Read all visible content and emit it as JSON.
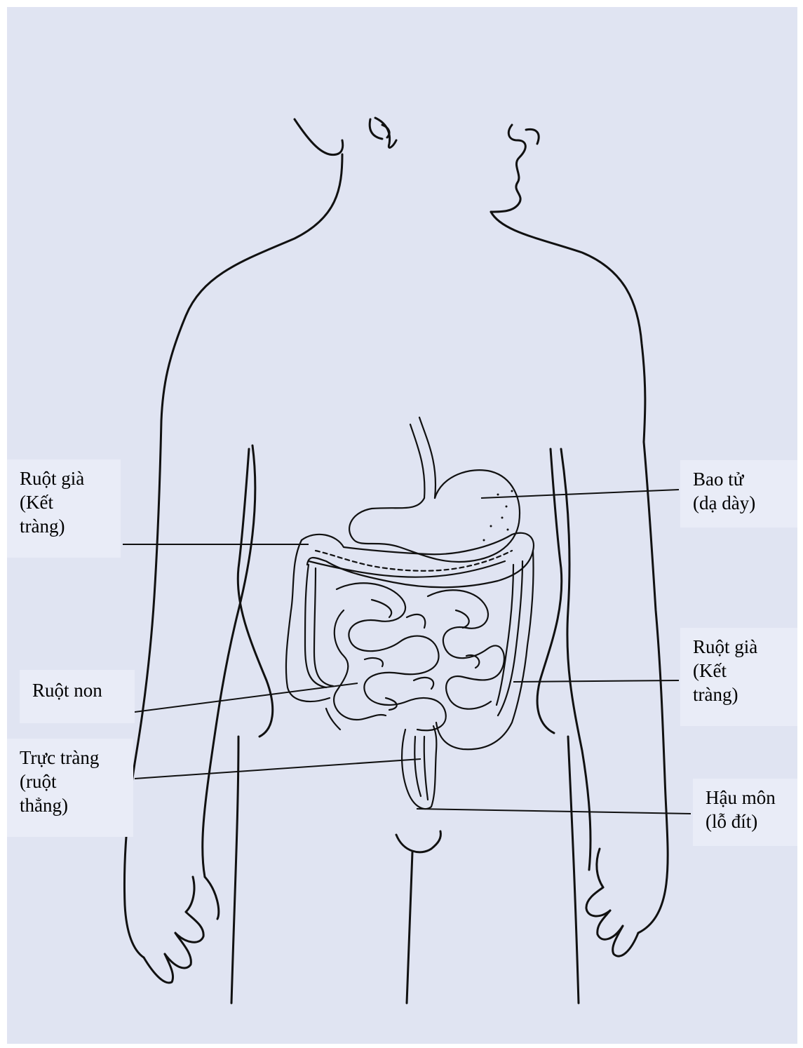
{
  "colors": {
    "background": "#e0e4f2",
    "label_background": "#e9ecf7",
    "ink": "#111111"
  },
  "labels": {
    "colon_left": {
      "lines": [
        "Ruột già",
        "(Kết",
        "tràng)"
      ]
    },
    "stomach": {
      "lines": [
        "Bao tử",
        "(dạ dày)"
      ]
    },
    "colon_right": {
      "lines": [
        "Ruột già",
        "(Kết",
        "tràng)"
      ]
    },
    "small_intestine": {
      "lines": [
        "Ruột non"
      ]
    },
    "rectum": {
      "lines": [
        "Trực tràng",
        "(ruột",
        "thẳng)"
      ]
    },
    "anus": {
      "lines": [
        "Hậu môn",
        "(lỗ đít)"
      ]
    }
  }
}
